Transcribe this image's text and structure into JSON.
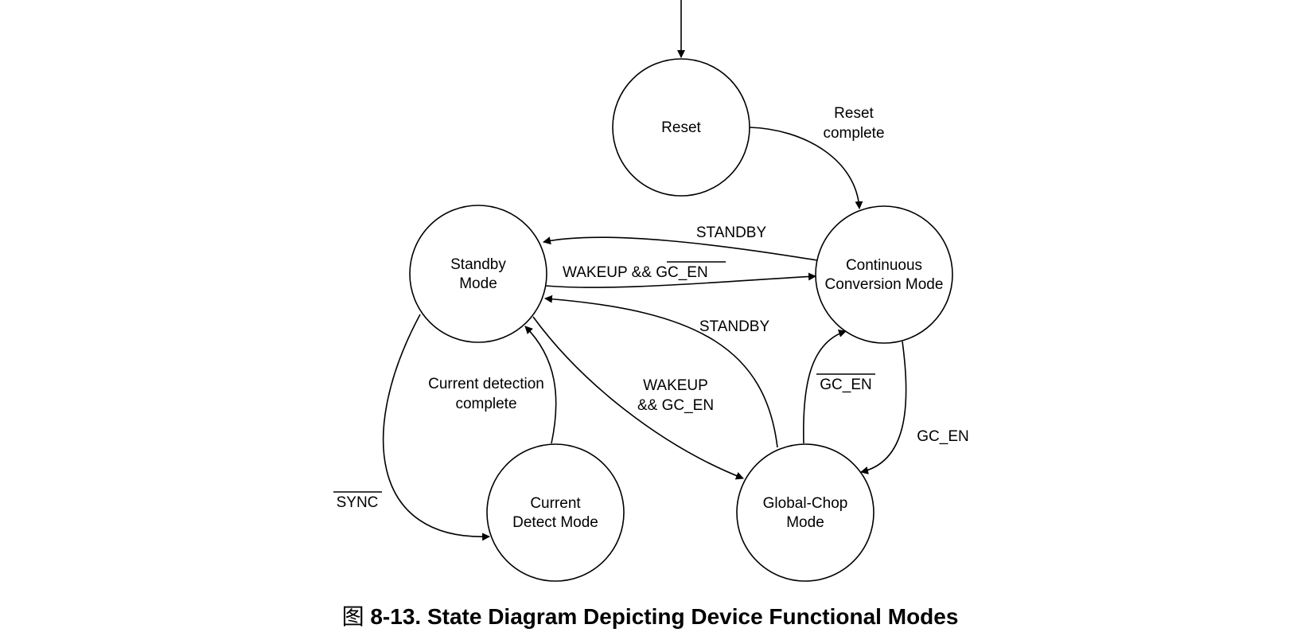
{
  "states": {
    "reset": [
      "Reset"
    ],
    "standby": [
      "Standby",
      "Mode"
    ],
    "continuous": [
      "Continuous",
      "Conversion Mode"
    ],
    "current_detect": [
      "Current",
      "Detect Mode"
    ],
    "global_chop": [
      "Global-Chop",
      "Mode"
    ]
  },
  "transitions": {
    "reset_complete": [
      "Reset",
      "complete"
    ],
    "standby_from_continuous": "STANDBY",
    "wakeup_not_gc_en": {
      "prefix": "WAKEUP && ",
      "signal": "GC_EN",
      "overline": true
    },
    "standby_from_global_chop": "STANDBY",
    "wakeup_gc_en": [
      "WAKEUP",
      "&& GC_EN"
    ],
    "current_detection_complete": [
      "Current detection",
      "complete"
    ],
    "sync": {
      "signal": "SYNC",
      "overline": true
    },
    "not_gc_en": {
      "signal": "GC_EN",
      "overline": true
    },
    "gc_en": "GC_EN"
  },
  "caption": {
    "prefix": "图 ",
    "text": "8-13. State Diagram Depicting Device Functional Modes"
  }
}
